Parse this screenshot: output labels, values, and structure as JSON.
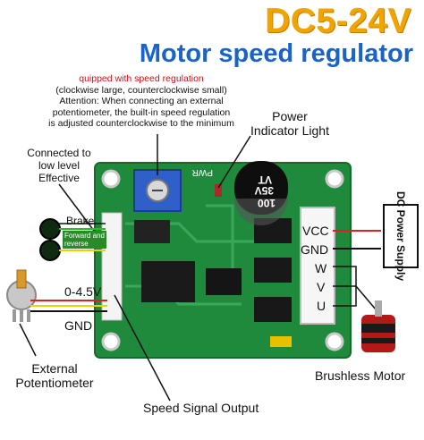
{
  "header": {
    "title": "DC5-24V",
    "subtitle": "Motor speed regulator"
  },
  "note": {
    "line1": "quipped with speed regulation",
    "line2": "(clockwise large, counterclockwise small)",
    "line3": "Attention: When connecting an external",
    "line4": "potentiometer, the built-in speed regulation",
    "line5": "is adjusted counterclockwise to the minimum"
  },
  "labels": {
    "power_indicator": [
      "Power",
      "Indicator Light"
    ],
    "low_level": [
      "Connected to",
      "low level",
      "Effective"
    ],
    "brake": "Brake",
    "forward_reverse": [
      "Forward and",
      "reverse"
    ],
    "voltage_range": "0-4.5V",
    "gnd_left": "GND",
    "external_pot": [
      "External",
      "Potentiometer"
    ],
    "speed_signal": "Speed Signal Output",
    "brushless_motor": "Brushless Motor",
    "vcc": "VCC",
    "gnd_right": "GND",
    "w": "W",
    "v": "V",
    "u": "U",
    "dc_power_supply": "DC Power Supply"
  },
  "board": {
    "pwr_silk": "PWR",
    "capacitor": [
      "100",
      "35V",
      "VT"
    ]
  },
  "colors": {
    "title": "#f0a400",
    "subtitle": "#1a64c8",
    "note_red": "#d01010",
    "pcb": "#1f8a3c",
    "wire_red": "#e02020",
    "wire_yellow": "#e8d200",
    "wire_green": "#22c022",
    "wire_black": "#111111"
  }
}
